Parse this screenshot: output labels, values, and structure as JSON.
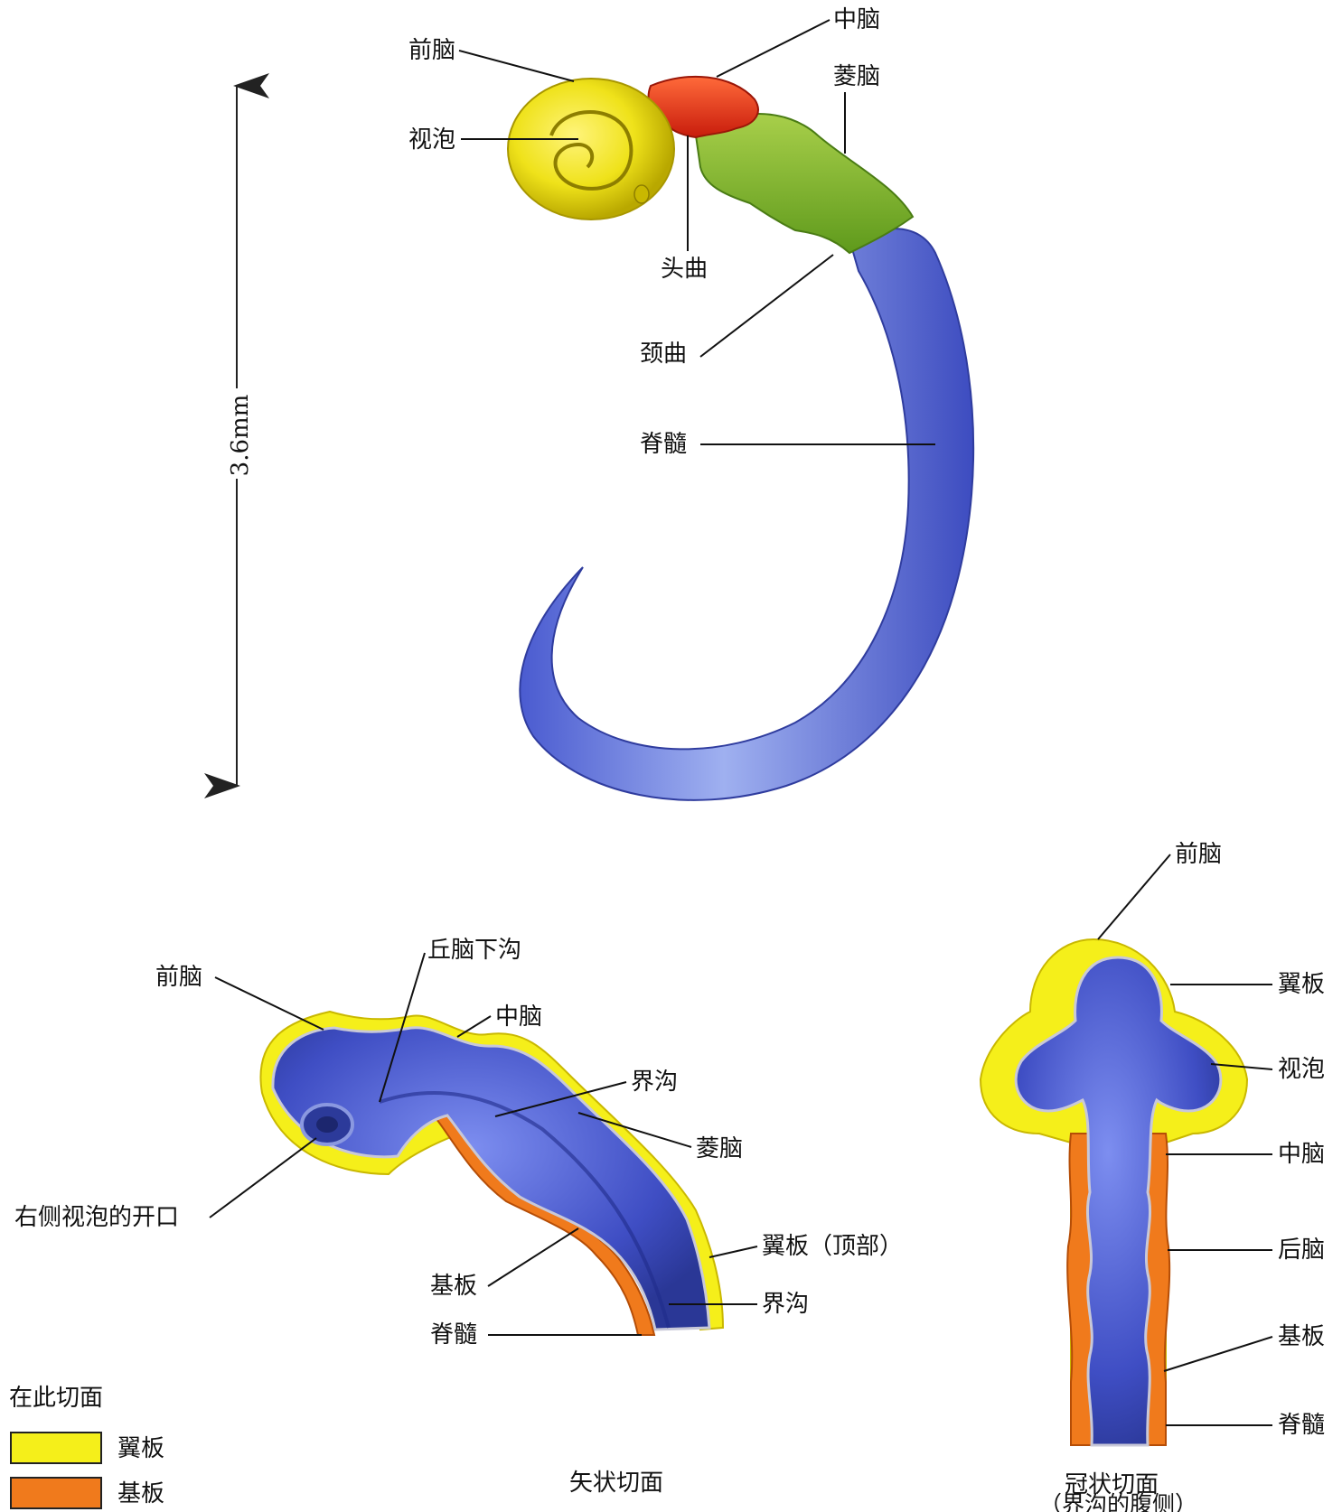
{
  "top_view": {
    "scale_label": "3.6mm",
    "labels": {
      "forebrain": "前脑",
      "midbrain": "中脑",
      "rhombencephalon": "菱脑",
      "optic_vesicle": "视泡",
      "cephalic_flexure": "头曲",
      "cervical_flexure": "颈曲",
      "spinal_cord": "脊髓"
    }
  },
  "sagittal": {
    "caption": "矢状切面",
    "labels": {
      "forebrain": "前脑",
      "hypothalamic_sulcus": "丘脑下沟",
      "midbrain": "中脑",
      "sulcus_limitans": "界沟",
      "rhombencephalon": "菱脑",
      "right_optic_opening": "右侧视泡的开口",
      "alar_plate_roof": "翼板（顶部）",
      "basal_plate": "基板",
      "sulcus_limitans_2": "界沟",
      "spinal_cord": "脊髓"
    }
  },
  "coronal": {
    "caption": "冠状切面",
    "caption_sub": "（界沟的腹侧）",
    "labels": {
      "forebrain": "前脑",
      "alar_plate": "翼板",
      "optic_vesicle": "视泡",
      "midbrain": "中脑",
      "hindbrain": "后脑",
      "basal_plate": "基板",
      "spinal_cord": "脊髓"
    }
  },
  "legend": {
    "title": "在此切面",
    "items": [
      {
        "label": "翼板",
        "color": "#f5ef1a"
      },
      {
        "label": "基板",
        "color": "#f07a1c"
      }
    ]
  },
  "colors": {
    "forebrain": "#efe21a",
    "midbrain": "#e8341a",
    "hindbrain": "#7fb02a",
    "spinal": "#5f72d6",
    "alar": "#f5ef1a",
    "basal": "#f07a1c",
    "tissue_blue": "#3e4fc2"
  }
}
